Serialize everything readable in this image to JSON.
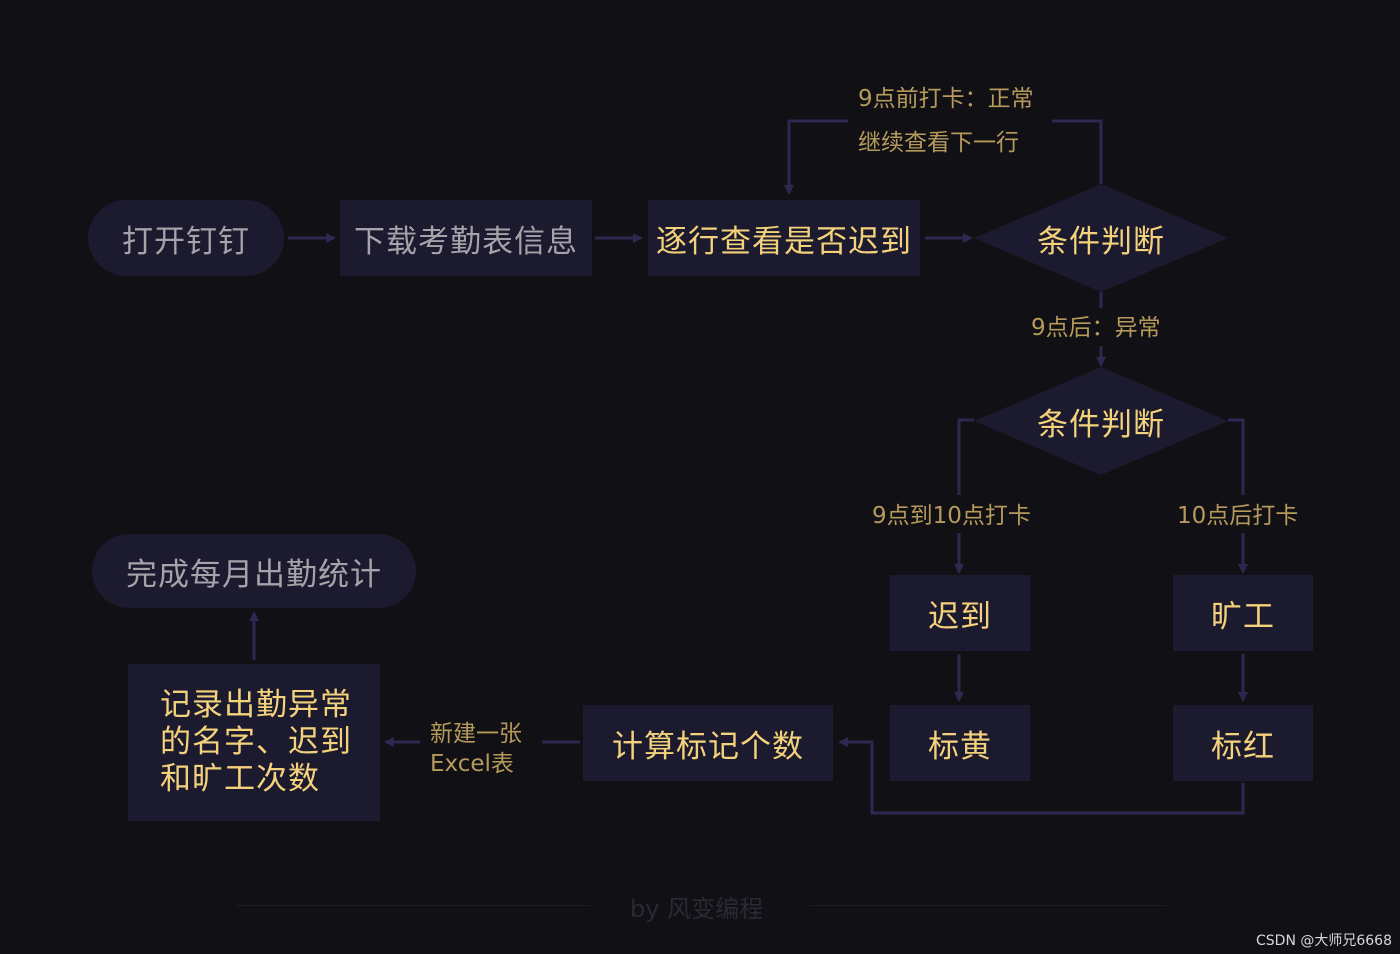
{
  "nodes": {
    "open_dingtalk": "打开钉钉",
    "download_attendance": "下载考勤表信息",
    "check_each_row": "逐行查看是否迟到",
    "condition_1": "条件判断",
    "condition_2": "条件判断",
    "late": "迟到",
    "absent": "旷工",
    "mark_yellow": "标黄",
    "mark_red": "标红",
    "count_marks": "计算标记个数",
    "record": "记录出勤异常\n的名字、迟到\n和旷工次数",
    "finish": "完成每月出勤统计"
  },
  "labels": {
    "before_nine": "9点前打卡：正常",
    "next_row": "继续查看下一行",
    "after_nine": "9点后：异常",
    "nine_to_ten": "9点到10点打卡",
    "after_ten": "10点后打卡",
    "new_excel": "新建一张\nExcel表"
  },
  "footer": {
    "credit": "by 风变编程"
  },
  "watermark": "CSDN @大师兄6668",
  "colors": {
    "background": "#111014",
    "node_fill": "#1c1a2e",
    "highlight_text": "#f4d27c",
    "muted_text": "#a3a3a9",
    "edge_label": "#b59a5c",
    "connector": "#2c2950"
  }
}
